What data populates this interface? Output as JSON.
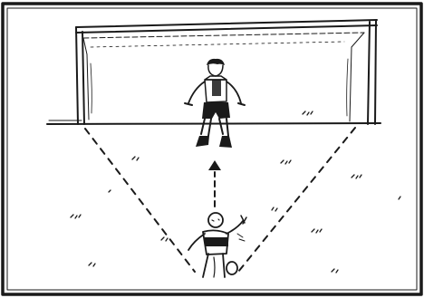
{
  "figure": {
    "subject": "penalty-kick-illustration",
    "style": "black-and-white-line-drawing",
    "colors": {
      "ink": "#1a1a1a",
      "paper": "#ffffff"
    },
    "elements": [
      "border-frame",
      "goal",
      "goal-net",
      "goalkeeper",
      "ground-line",
      "dashed-kick-angle-lines",
      "direction-arrow",
      "penalty-taker",
      "ball",
      "grass-tufts"
    ]
  }
}
